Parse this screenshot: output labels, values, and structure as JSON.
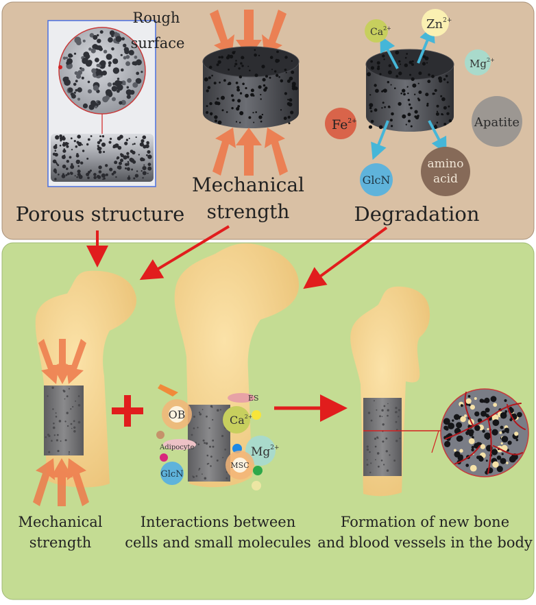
{
  "top_panel": {
    "porous": {
      "zoom_label_line1": "Rough",
      "zoom_label_line2": "surface",
      "title": "Porous structure"
    },
    "strength": {
      "title_line1": "Mechanical",
      "title_line2": "strength"
    },
    "degradation": {
      "title": "Degradation",
      "ions": {
        "ca": {
          "label": "Ca",
          "sup": "2+"
        },
        "zn": {
          "label": "Zn",
          "sup": "2+"
        },
        "mg": {
          "label": "Mg",
          "sup": "2+"
        },
        "fe": {
          "label": "Fe",
          "sup": "2+"
        },
        "apatite": {
          "label": "Apatite"
        },
        "glcn": {
          "label": "GlcN"
        },
        "amino_line1": "amino",
        "amino_line2": "acid"
      }
    }
  },
  "bottom_panel": {
    "stage1": {
      "caption_line1": "Mechanical",
      "caption_line2": "strength"
    },
    "stage2": {
      "caption_line1": "Interactions between",
      "caption_line2": "cells and small molecules",
      "labels": {
        "ob": "OB",
        "es": "ES",
        "ca": "Ca",
        "ca_sup": "2+",
        "mg": "Mg",
        "mg_sup": "2+",
        "adipocyte": "Adipocyte",
        "msc": "MSC",
        "glcn": "GlcN"
      }
    },
    "stage3": {
      "caption_line1": "Formation of new bone",
      "caption_line2": "and blood vessels in the body"
    }
  },
  "colors": {
    "top_bg": "#d9c0a4",
    "bottom_bg": "#c4dc93",
    "bone": "#f5d48e",
    "scaffold": "#6e6e70",
    "arrow_red": "#e11d1d",
    "force_arrow": "#ee7a4c",
    "ion_arrow": "#45b6d8"
  }
}
